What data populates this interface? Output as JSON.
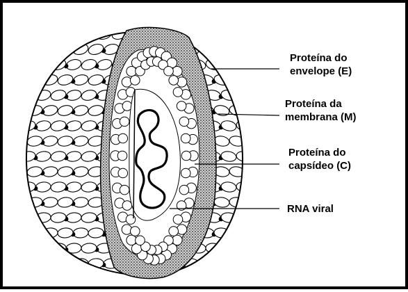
{
  "labels": {
    "envelope": {
      "line1": "Proteína do",
      "line2": "envelope (E)"
    },
    "membrane": {
      "line1": "Proteína da",
      "line2": "membrana (M)"
    },
    "capsid": {
      "line1": "Proteína do",
      "line2": "capsídeo (C)"
    },
    "rna": {
      "line1": "RNA viral"
    }
  },
  "colors": {
    "ink": "#000000",
    "background": "#ffffff",
    "shade": "#555555"
  }
}
